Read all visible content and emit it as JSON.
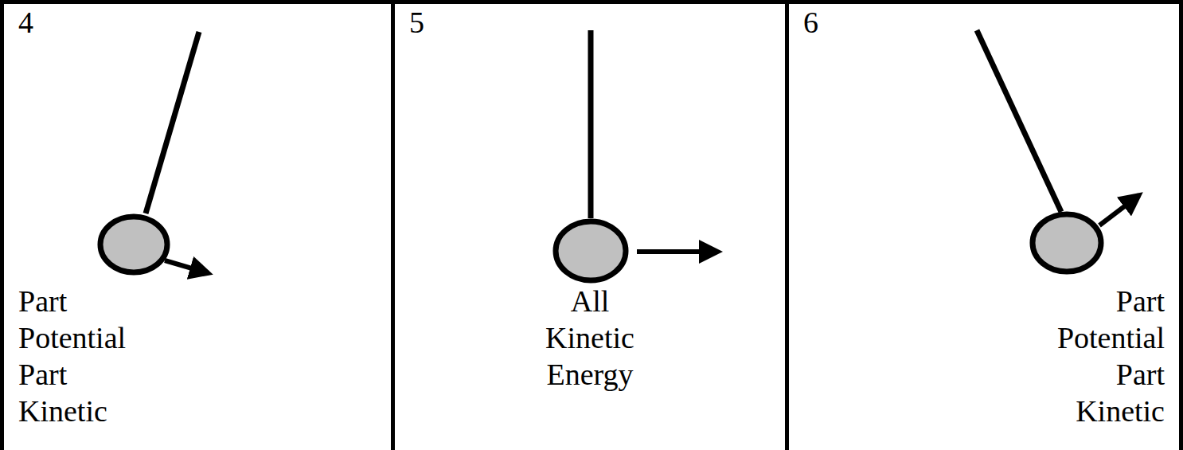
{
  "diagram": {
    "nodes": [
      {
        "text": [
          "4",
          "Part Potential Part Kinetic"
        ]
      },
      {
        "text": [
          "5",
          "All Kinetic Energy"
        ]
      },
      {
        "text": [
          "6",
          "Part Potential Part Kinetic"
        ]
      }
    ]
  }
}
